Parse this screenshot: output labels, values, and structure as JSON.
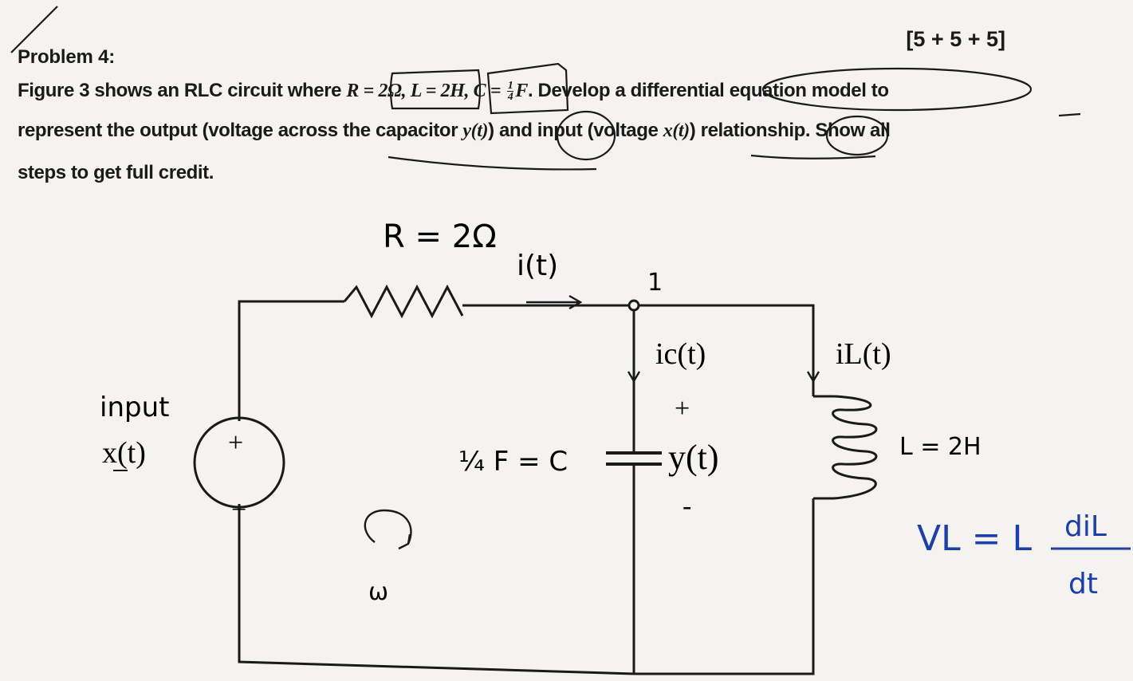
{
  "problem": {
    "title": "Problem 4:",
    "marks": "[5 + 5 + 5]",
    "line1": {
      "t1": "Figure 3 shows an RLC circuit where ",
      "m1": "R = 2Ω, L = 2H, C = ",
      "frac_num": "1",
      "frac_den": "4",
      "m2": "F",
      "t2": ". Develop a differential equation model to"
    },
    "line2": {
      "t1": "represent the output (voltage across the capacitor ",
      "m1": "y(t)",
      "t2": ") and input (voltage ",
      "m2": "x(t)",
      "t3": ") relationship. Show all"
    },
    "line3": "steps to get full credit."
  },
  "circuit": {
    "resistor_label": "R = 2Ω",
    "current_label": "i(t)",
    "node_label": "1",
    "ic_label": "ic(t)",
    "il_label": "iL(t)",
    "plus": "+",
    "minus": "-",
    "output_label": "y(t)",
    "capacitor_label": "¼ F = C",
    "inductor_label": "L = 2H",
    "input_word": "input",
    "input_label": "x(t)",
    "source_plus": "+",
    "source_minus": "−",
    "loop_label": "ω",
    "formula_lhs": "VL = L",
    "formula_num": "diL",
    "formula_den": "dt"
  },
  "colors": {
    "ink": "#1a1a1a",
    "pen_blue": "#1f3fa8",
    "paper": "#f4f3ef"
  }
}
